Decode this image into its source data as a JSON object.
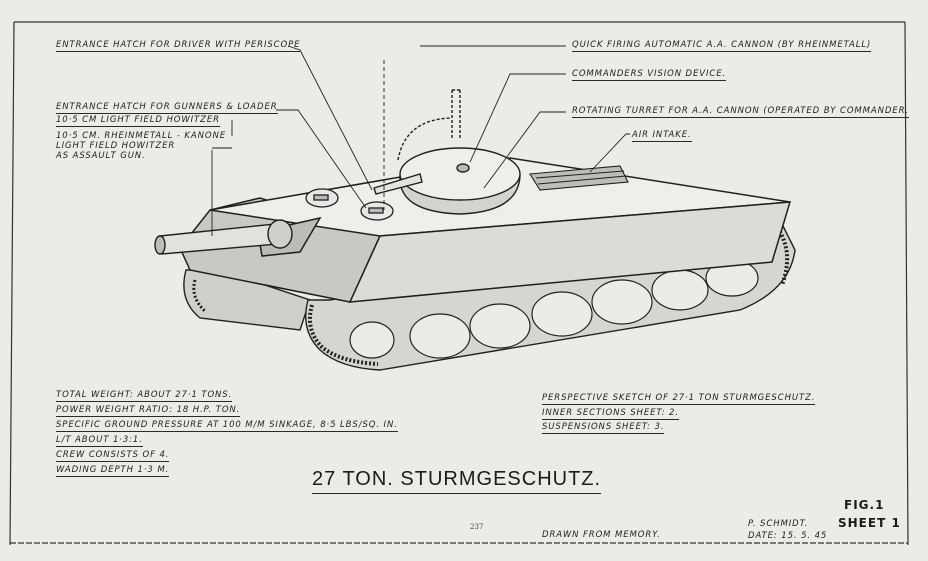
{
  "labels": {
    "driver_hatch": "ENTRANCE HATCH FOR DRIVER WITH PERISCOPE",
    "gunner_hatch": "ENTRANCE HATCH FOR GUNNERS & LOADER",
    "howitzer": "10·5 CM LIGHT FIELD HOWITZER",
    "kanone_line1": "10·5 CM. RHEINMETALL - KANONE",
    "kanone_line2": "LIGHT FIELD HOWITZER",
    "kanone_line3": "AS ASSAULT GUN.",
    "aa_cannon": "QUICK FIRING AUTOMATIC A.A. CANNON (BY RHEINMETALL)",
    "vision_device": "COMMANDERS VISION DEVICE.",
    "turret": "ROTATING TURRET FOR A.A. CANNON (OPERATED BY COMMANDER.",
    "air_intake": "AIR INTAKE."
  },
  "specs": [
    "TOTAL WEIGHT: ABOUT 27·1 TONS.",
    "POWER WEIGHT RATIO: 18 H.P. TON.",
    "SPECIFIC GROUND PRESSURE AT 100 M/M SINKAGE, 8·5 LBS/SQ. IN.",
    "L/T ABOUT 1·3:1.",
    "CREW CONSISTS OF 4.",
    "WADING DEPTH 1·3 M."
  ],
  "sheet_refs": [
    "PERSPECTIVE SKETCH OF 27·1 TON STURMGESCHUTZ.",
    "INNER SECTIONS SHEET: 2.",
    "SUSPENSIONS SHEET: 3."
  ],
  "title": "27 TON. STURMGESCHUTZ.",
  "fig": "FIG.1",
  "sheet": "SHEET 1",
  "page_number": "237",
  "drawn_note": "DRAWN FROM MEMORY.",
  "author": "P. SCHMIDT.",
  "date": "DATE: 15. 5. 45"
}
